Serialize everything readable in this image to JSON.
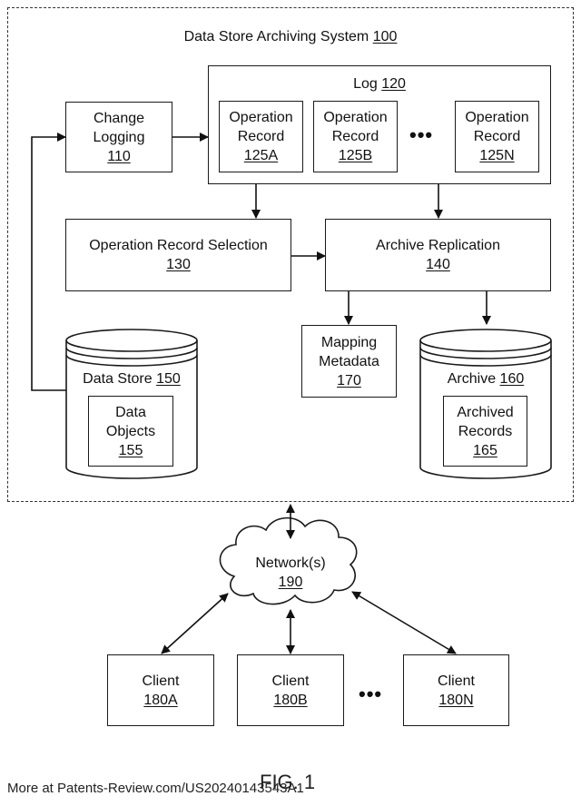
{
  "system": {
    "title": "Data Store Archiving System",
    "ref": "100"
  },
  "change_logging": {
    "line1": "Change",
    "line2": "Logging",
    "ref": "110"
  },
  "log": {
    "title": "Log",
    "ref": "120"
  },
  "records": [
    {
      "line1": "Operation",
      "line2": "Record",
      "ref": "125A"
    },
    {
      "line1": "Operation",
      "line2": "Record",
      "ref": "125B"
    },
    {
      "line1": "Operation",
      "line2": "Record",
      "ref": "125N"
    }
  ],
  "ellipsis": "•••",
  "selection": {
    "title": "Operation Record Selection",
    "ref": "130"
  },
  "replication": {
    "title": "Archive Replication",
    "ref": "140"
  },
  "mapping": {
    "line1": "Mapping",
    "line2": "Metadata",
    "ref": "170"
  },
  "data_store": {
    "title": "Data Store",
    "ref": "150",
    "inner_line1": "Data",
    "inner_line2": "Objects",
    "inner_ref": "155"
  },
  "archive": {
    "title": "Archive",
    "ref": "160",
    "inner_line1": "Archived",
    "inner_line2": "Records",
    "inner_ref": "165"
  },
  "network": {
    "title": "Network(s)",
    "ref": "190"
  },
  "clients": [
    {
      "title": "Client",
      "ref": "180A"
    },
    {
      "title": "Client",
      "ref": "180B"
    },
    {
      "title": "Client",
      "ref": "180N"
    }
  ],
  "figure_label": "FIG. 1",
  "footer": "More at Patents-Review.com/US20240143543A1"
}
